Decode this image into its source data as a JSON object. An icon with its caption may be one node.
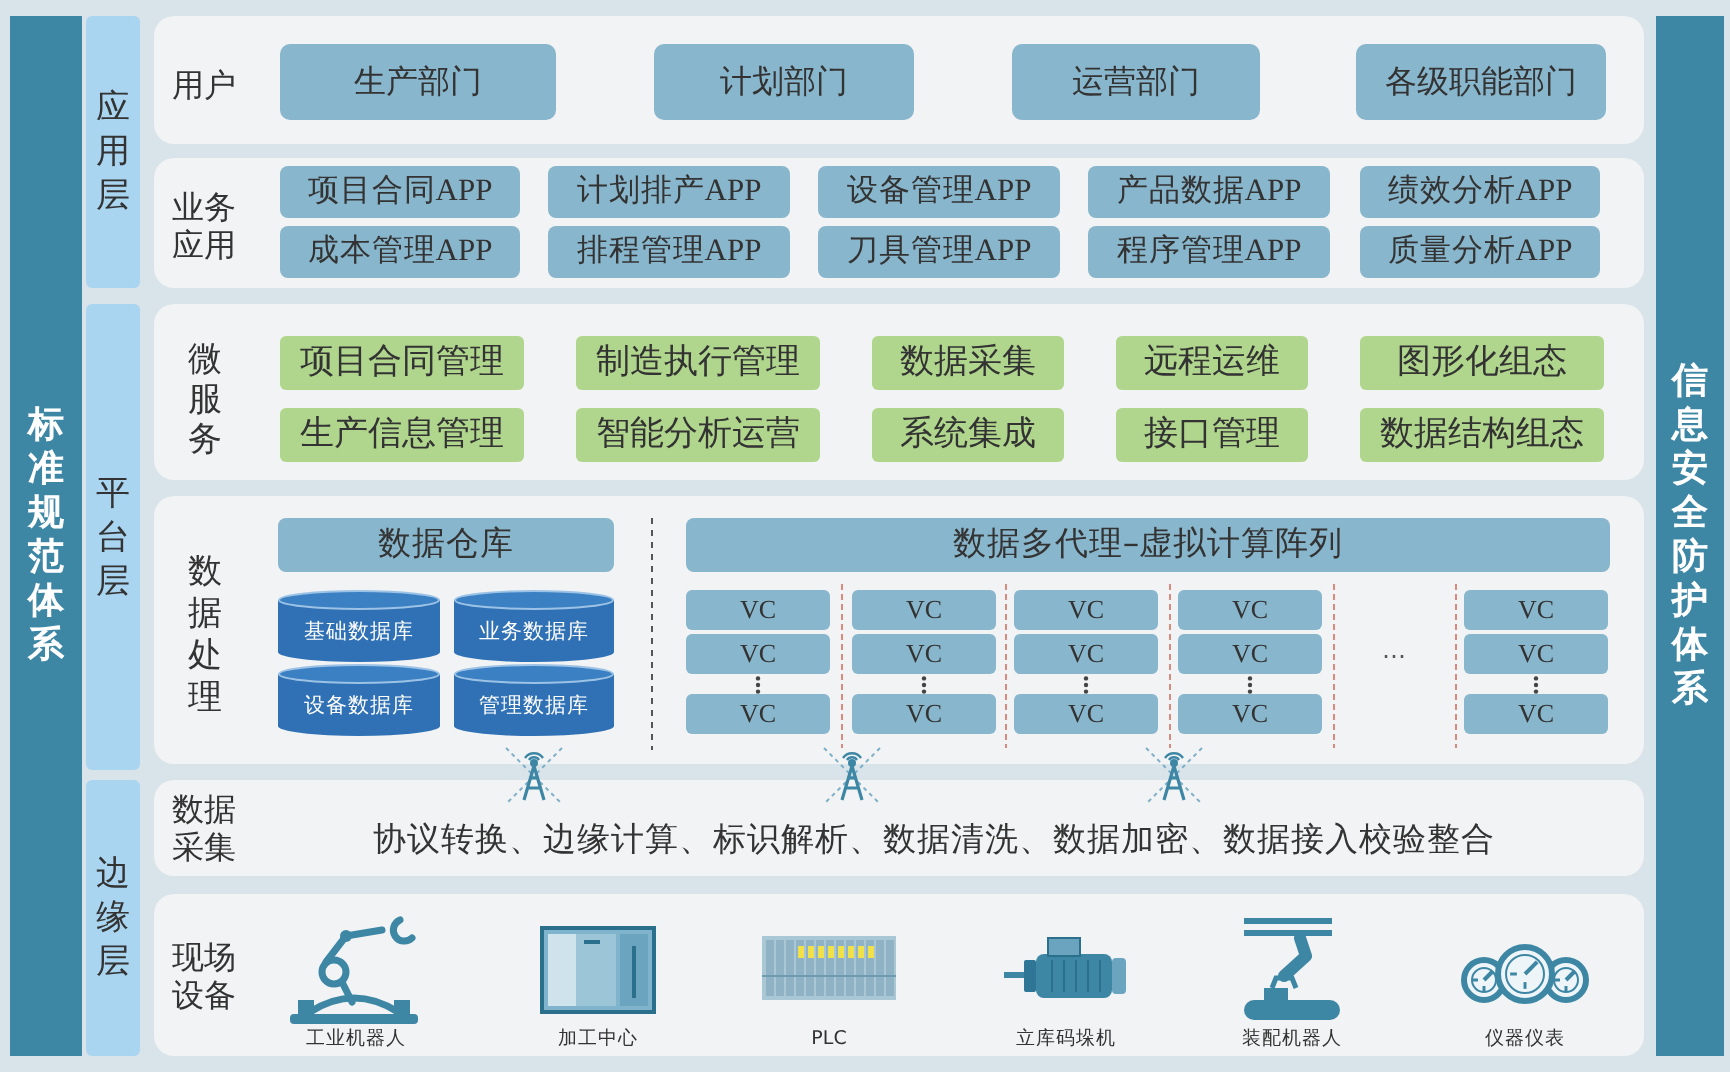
{
  "diagram": {
    "nodes": [
      {
        "text": [
          "标准规范体系"
        ]
      },
      {
        "text": [
          "应用层"
        ]
      },
      {
        "text": [
          "用户"
        ]
      },
      {
        "text": [
          "生产部门"
        ],
        "in": 2
      },
      {
        "text": [
          "计划部门"
        ],
        "in": 2
      },
      {
        "text": [
          "运营部门"
        ],
        "in": 2
      },
      {
        "text": [
          "各级职能部门"
        ],
        "in": 2
      },
      {
        "text": [
          "业务应用"
        ]
      },
      {
        "text": [
          "项目合同APP"
        ],
        "in": 7
      },
      {
        "text": [
          "计划排产APP"
        ],
        "in": 7
      },
      {
        "text": [
          "设备管理APP"
        ],
        "in": 7
      },
      {
        "text": [
          "产品数据APP"
        ],
        "in": 7
      },
      {
        "text": [
          "绩效分析APP"
        ],
        "in": 7
      },
      {
        "text": [
          "成本管理APP"
        ],
        "in": 7
      },
      {
        "text": [
          "排程管理APP"
        ],
        "in": 7
      },
      {
        "text": [
          "刀具管理APP"
        ],
        "in": 7
      },
      {
        "text": [
          "程序管理APP"
        ],
        "in": 7
      },
      {
        "text": [
          "质量分析APP"
        ],
        "in": 7
      },
      {
        "text": [
          "平台层"
        ]
      },
      {
        "text": [
          "微服务"
        ]
      },
      {
        "text": [
          "项目合同管理"
        ],
        "in": 19
      },
      {
        "text": [
          "制造执行管理"
        ],
        "in": 19
      },
      {
        "text": [
          "数据采集"
        ],
        "in": 19
      },
      {
        "text": [
          "远程运维"
        ],
        "in": 19
      },
      {
        "text": [
          "图形化组态"
        ],
        "in": 19
      },
      {
        "text": [
          "生产信息管理"
        ],
        "in": 19
      },
      {
        "text": [
          "智能分析运营"
        ],
        "in": 19
      },
      {
        "text": [
          "系统集成"
        ],
        "in": 19
      },
      {
        "text": [
          "接口管理"
        ],
        "in": 19
      },
      {
        "text": [
          "数据结构组态"
        ],
        "in": 19
      },
      {
        "text": [
          "数据处理"
        ]
      },
      {
        "text": [
          "数据仓库"
        ],
        "in": 30
      },
      {
        "text": [
          "基础数据库"
        ],
        "in": 30
      },
      {
        "text": [
          "业务数据库"
        ],
        "in": 30
      },
      {
        "text": [
          "设备数据库"
        ],
        "in": 30
      },
      {
        "text": [
          "管理数据库"
        ],
        "in": 30
      },
      {
        "text": [
          "数据多代理–虚拟计算阵列"
        ],
        "in": 30
      },
      {
        "text": [
          "VC"
        ],
        "in": 30
      },
      {
        "text": [
          "VC"
        ],
        "in": 30
      },
      {
        "text": [
          "VC"
        ],
        "in": 30
      },
      {
        "text": [
          "VC"
        ],
        "in": 30
      },
      {
        "text": [
          "VC"
        ],
        "in": 30
      },
      {
        "text": [
          "VC"
        ],
        "in": 30
      },
      {
        "text": [
          "VC"
        ],
        "in": 30
      },
      {
        "text": [
          "VC"
        ],
        "in": 30
      },
      {
        "text": [
          "VC"
        ],
        "in": 30
      },
      {
        "text": [
          "VC"
        ],
        "in": 30
      },
      {
        "text": [
          "VC"
        ],
        "in": 30
      },
      {
        "text": [
          "VC"
        ],
        "in": 30
      },
      {
        "text": [
          "VC"
        ],
        "in": 30
      },
      {
        "text": [
          "VC"
        ],
        "in": 30
      },
      {
        "text": [
          "VC"
        ],
        "in": 30
      },
      {
        "text": [
          "边缘层"
        ]
      },
      {
        "text": [
          "数据采集",
          "协议转换、边缘计算、标识解析、数据清洗、数据加密、数据接入校验整合"
        ]
      },
      {
        "text": [
          "现场设备"
        ]
      },
      {
        "text": [],
        "shape": "picture",
        "beside": [
          "工业机器人"
        ],
        "in": 54
      },
      {
        "text": [],
        "shape": "picture",
        "beside": [
          "加工中心"
        ],
        "in": 54
      },
      {
        "text": [],
        "shape": "picture",
        "beside": [
          "PLC"
        ],
        "in": 54
      },
      {
        "text": [],
        "shape": "picture",
        "beside": [
          "立库码垛机"
        ],
        "in": 54
      },
      {
        "text": [],
        "shape": "picture",
        "beside": [
          "装配机器人"
        ],
        "in": 54
      },
      {
        "text": [],
        "shape": "picture",
        "beside": [
          "仪器仪表"
        ],
        "in": 54
      },
      {
        "text": [
          "信息安全防护体系"
        ]
      }
    ],
    "labels": [
      "…"
    ]
  }
}
